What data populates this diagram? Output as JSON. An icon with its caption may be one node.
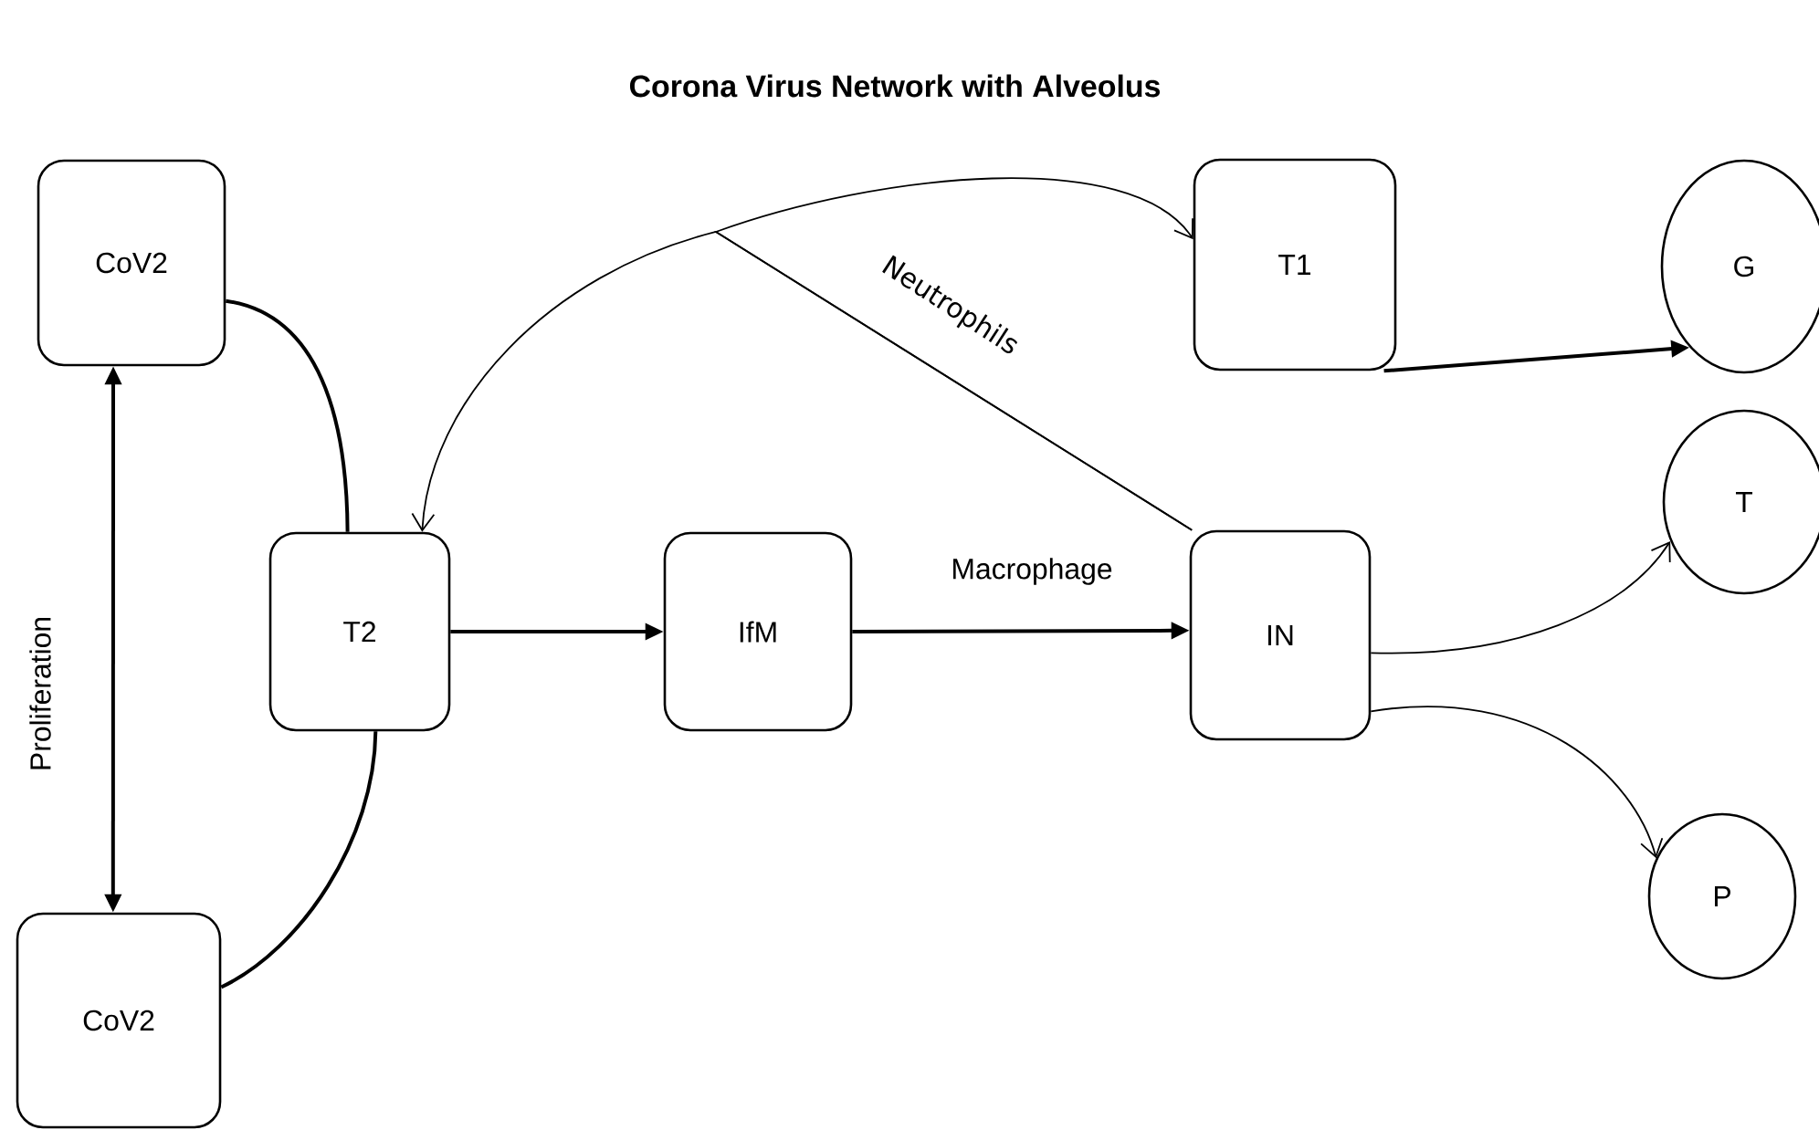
{
  "diagram": {
    "title": "Corona Virus Network with Alveolus",
    "nodes": [
      {
        "text": [
          "CoV2"
        ]
      },
      {
        "text": [
          "T1"
        ]
      },
      {
        "text": [
          "G"
        ]
      },
      {
        "text": [
          "T2"
        ]
      },
      {
        "text": [
          "IfM"
        ]
      },
      {
        "text": [
          "IN"
        ]
      },
      {
        "text": [
          "T"
        ]
      },
      {
        "text": [
          "P"
        ]
      },
      {
        "text": [
          "CoV2"
        ]
      }
    ],
    "edges": [
      {
        "from": 0,
        "to": 3,
        "arrow": "none"
      },
      {
        "from": 0,
        "to": 8,
        "arrow": "both",
        "label": "Proliferation"
      },
      {
        "from": 3,
        "to": 8,
        "arrow": "none"
      },
      {
        "from": 5,
        "to": 1,
        "arrow": "to",
        "label": "Neutrophils"
      },
      {
        "from": 5,
        "to": 3,
        "arrow": "to"
      },
      {
        "from": 1,
        "to": 2,
        "arrow": "to"
      },
      {
        "from": 3,
        "to": 4,
        "arrow": "to"
      },
      {
        "from": 4,
        "to": 5,
        "arrow": "to",
        "label": "Macrophage"
      },
      {
        "from": 5,
        "to": 6,
        "arrow": "to"
      },
      {
        "from": 5,
        "to": 7,
        "arrow": "to"
      }
    ]
  }
}
